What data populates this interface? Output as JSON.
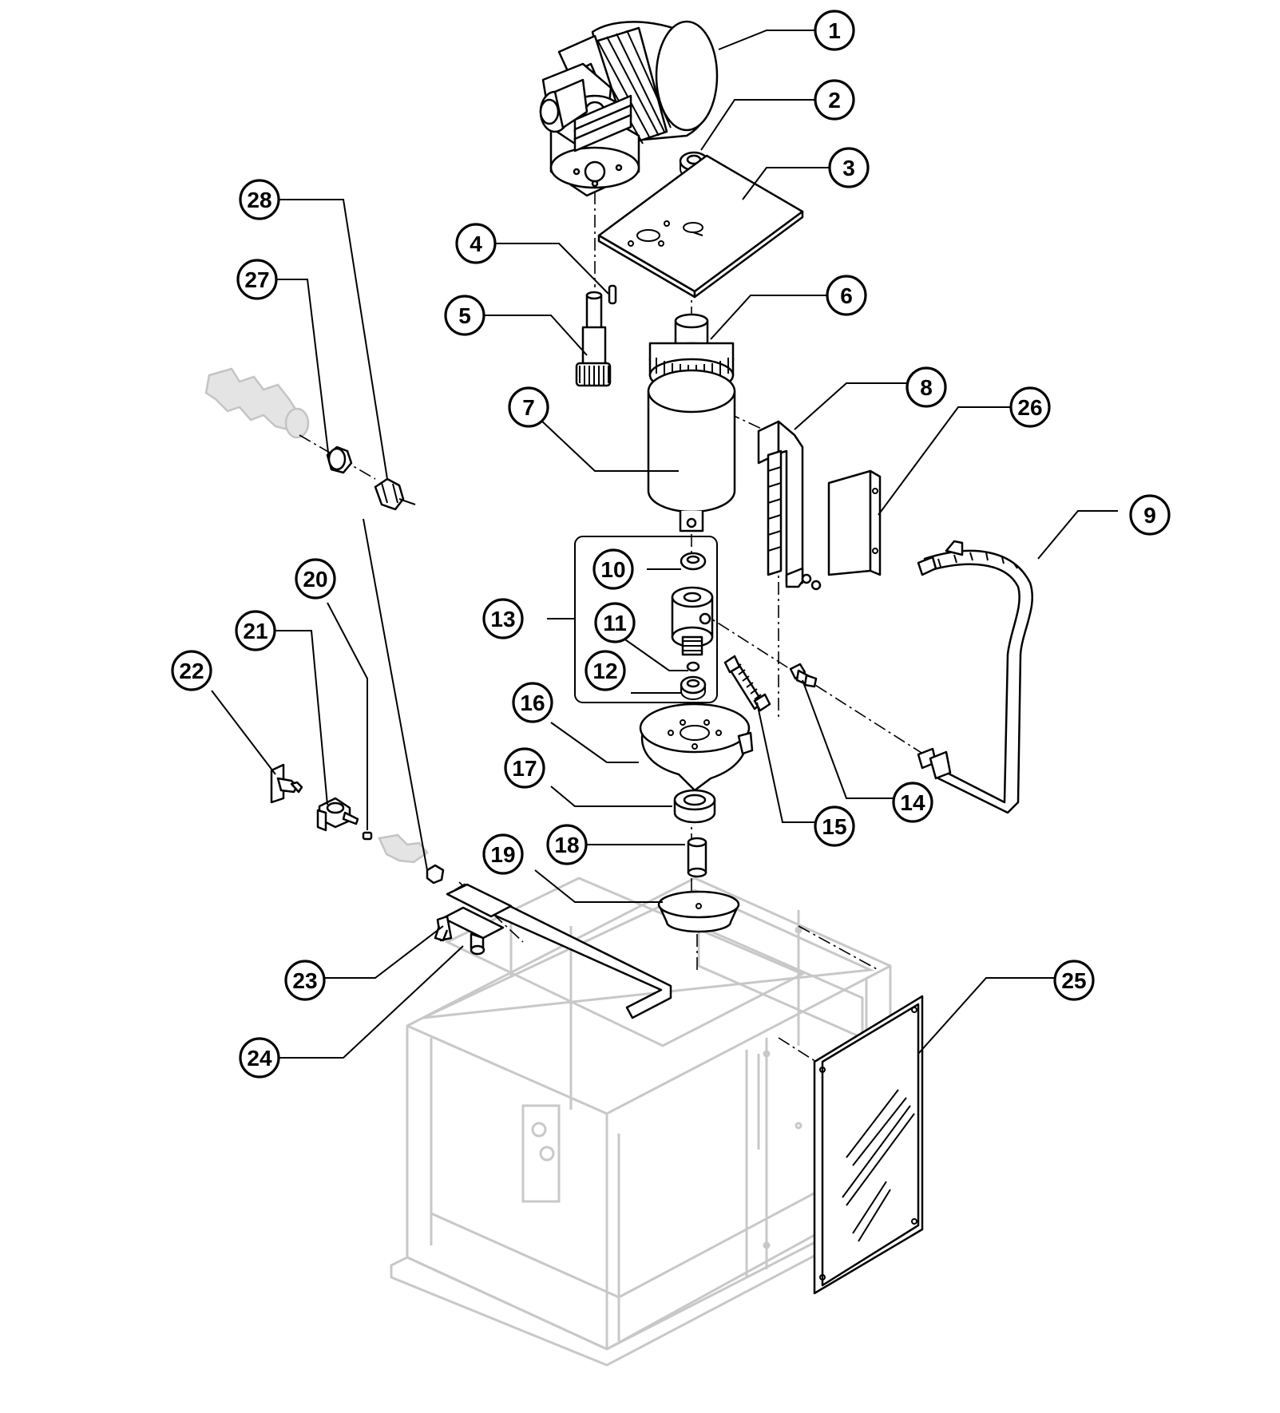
{
  "diagram": {
    "callouts": [
      {
        "label": "1"
      },
      {
        "label": "2"
      },
      {
        "label": "3"
      },
      {
        "label": "4"
      },
      {
        "label": "5"
      },
      {
        "label": "6"
      },
      {
        "label": "7"
      },
      {
        "label": "8"
      },
      {
        "label": "9"
      },
      {
        "label": "10"
      },
      {
        "label": "11"
      },
      {
        "label": "12"
      },
      {
        "label": "13"
      },
      {
        "label": "14"
      },
      {
        "label": "15"
      },
      {
        "label": "16"
      },
      {
        "label": "17"
      },
      {
        "label": "18"
      },
      {
        "label": "19"
      },
      {
        "label": "20"
      },
      {
        "label": "21"
      },
      {
        "label": "22"
      },
      {
        "label": "23"
      },
      {
        "label": "24"
      },
      {
        "label": "25"
      },
      {
        "label": "26"
      },
      {
        "label": "27"
      },
      {
        "label": "28"
      }
    ]
  }
}
